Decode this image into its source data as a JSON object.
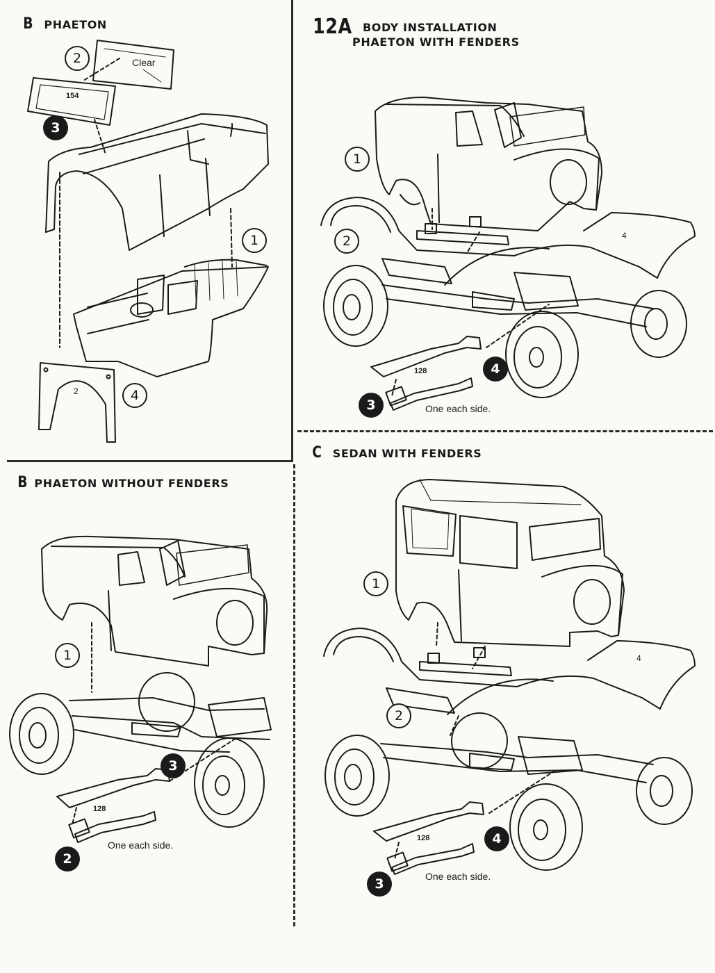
{
  "panels": {
    "top_left": {
      "letter": "B",
      "title": "PHAETON",
      "callouts": [
        "2",
        "3",
        "1",
        "4"
      ],
      "parts": {
        "windshield_frame": "154",
        "glass": "Clear",
        "panel": "2"
      }
    },
    "top_right": {
      "step": "12A",
      "title_line1": "BODY INSTALLATION",
      "title_line2": "PHAETON WITH FENDERS",
      "callouts": [
        "1",
        "2",
        "4",
        "3"
      ],
      "parts": {
        "fender": "4",
        "exhaust": "128"
      },
      "note": "One each side."
    },
    "bottom_left": {
      "letter": "B",
      "title": "PHAETON WITHOUT FENDERS",
      "callouts": [
        "1",
        "3",
        "2"
      ],
      "parts": {
        "exhaust": "128"
      },
      "note": "One each side."
    },
    "bottom_right": {
      "letter": "C",
      "title": "SEDAN WITH FENDERS",
      "callouts": [
        "1",
        "2",
        "4",
        "3"
      ],
      "parts": {
        "fender": "4",
        "exhaust": "128"
      },
      "note": "One each side."
    }
  }
}
